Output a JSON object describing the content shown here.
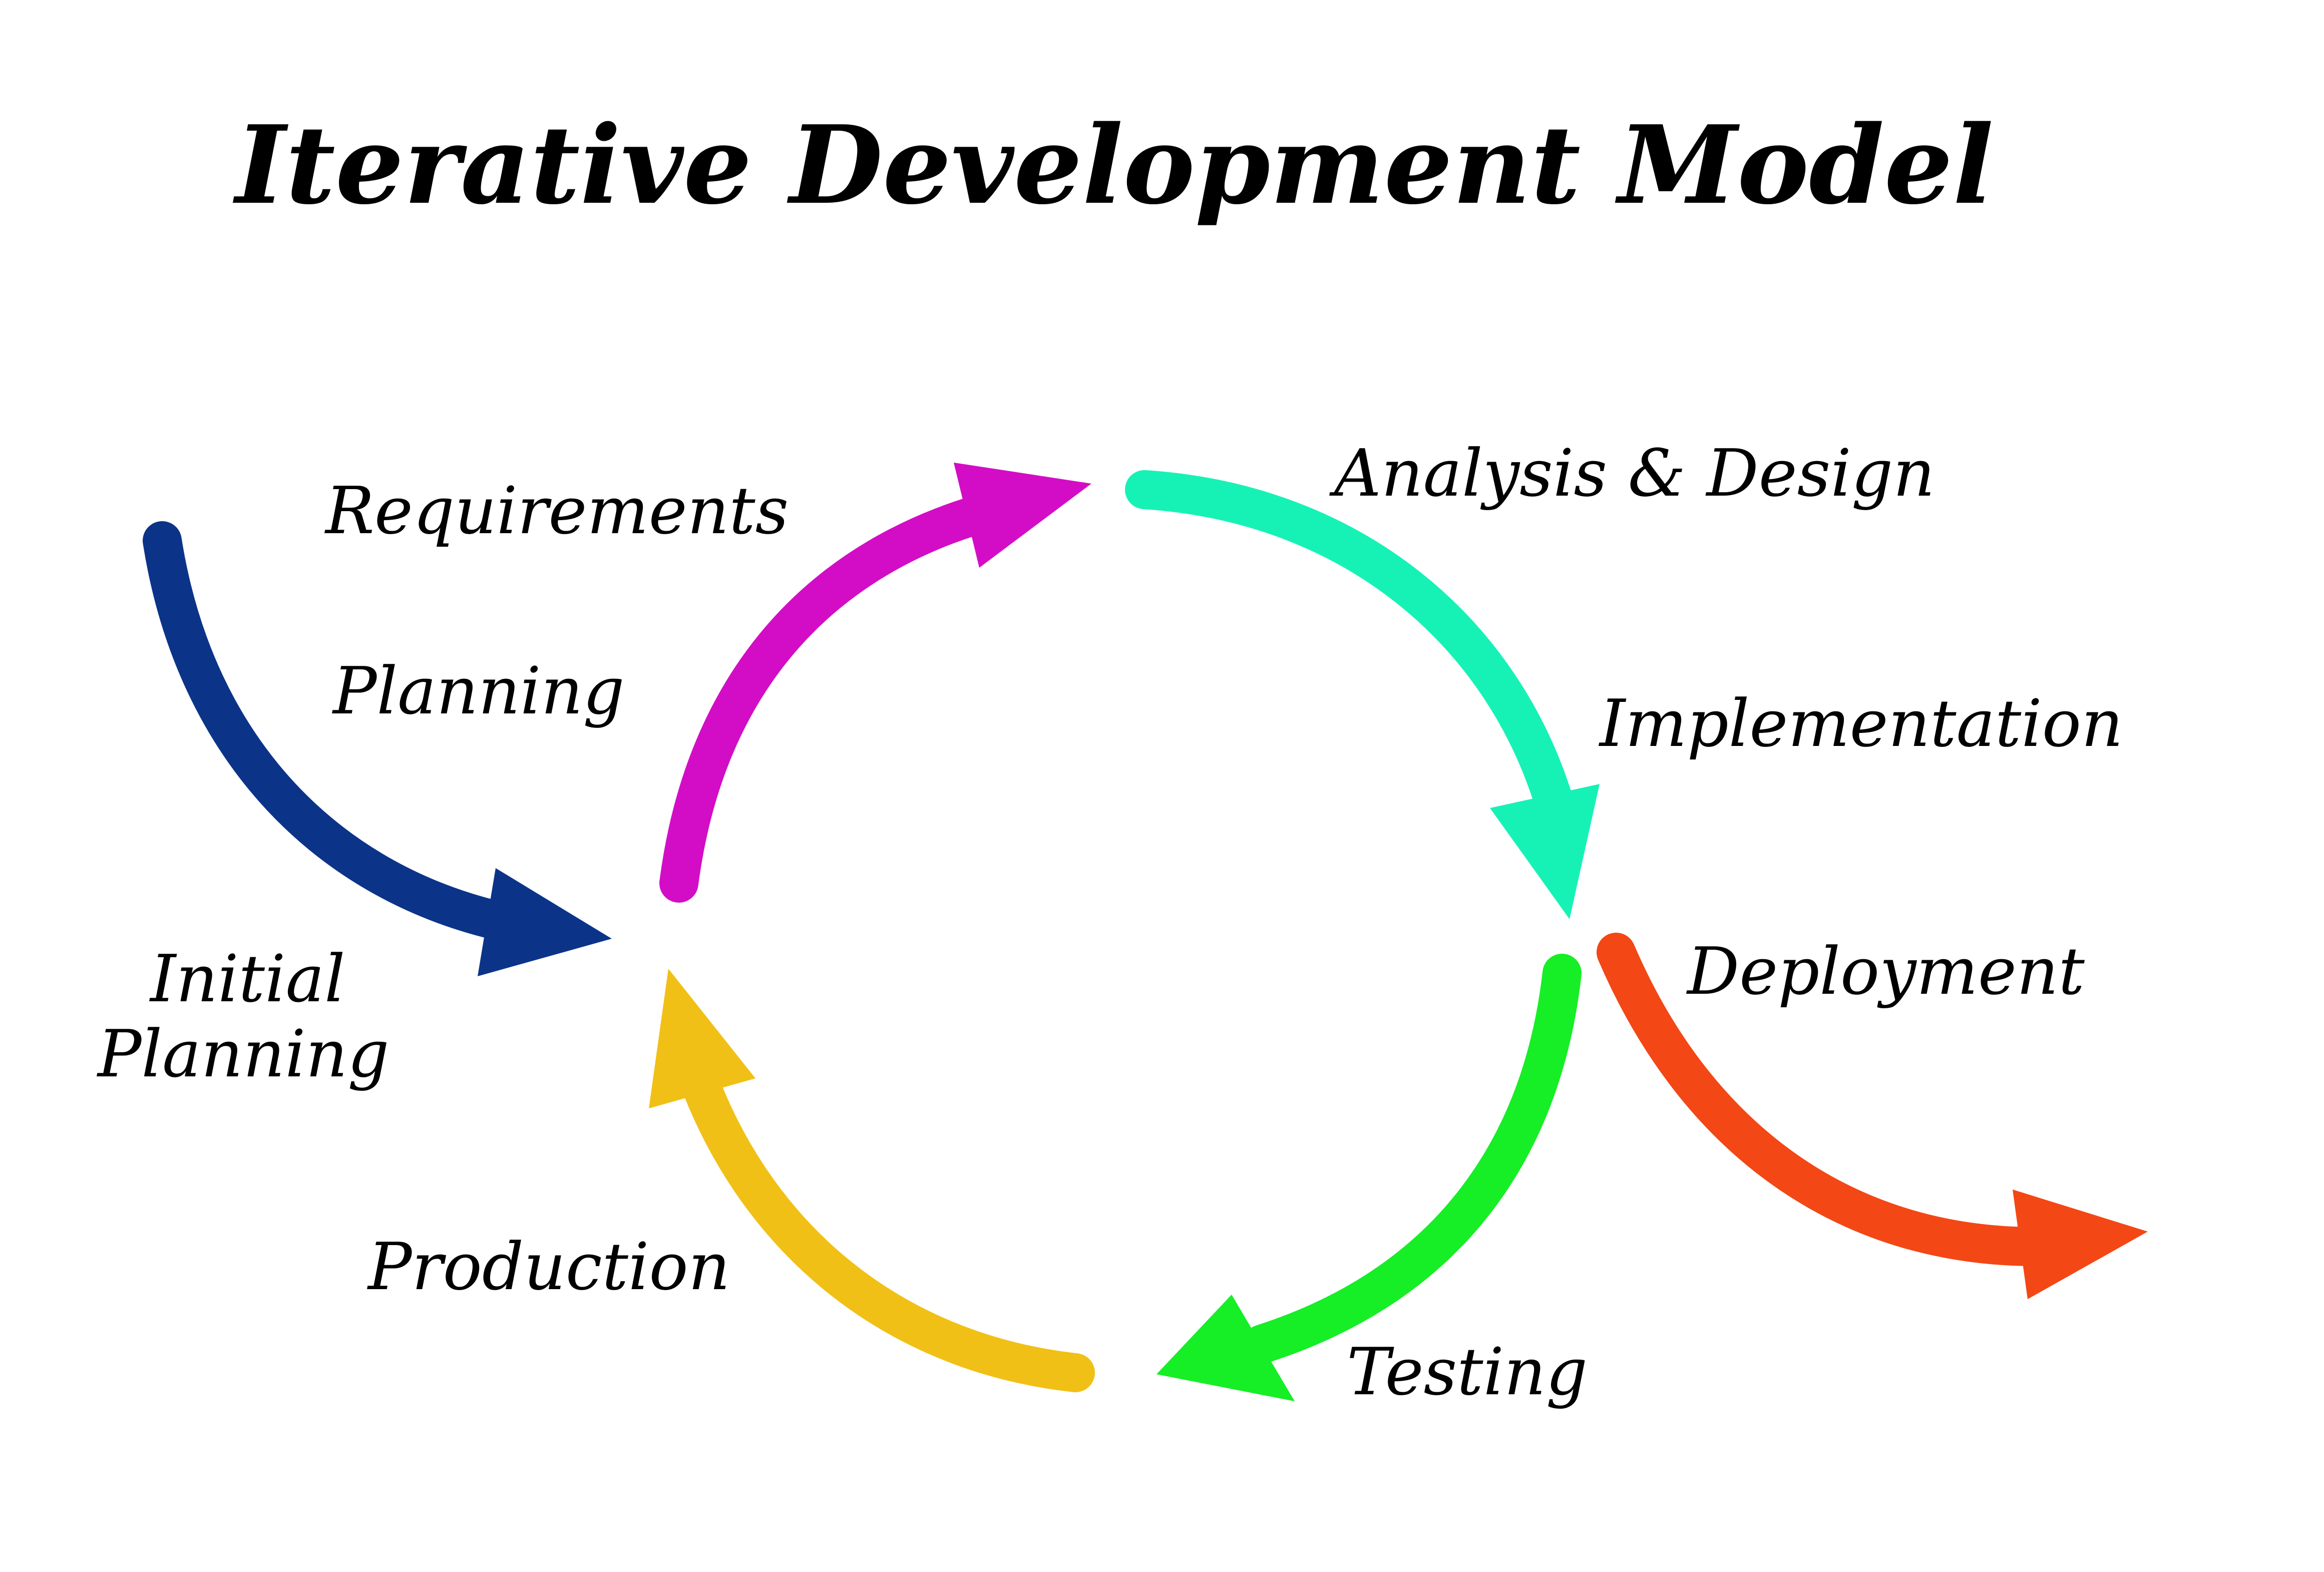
{
  "title": "Iterative Development Model",
  "labels": {
    "requirements": "Requirements",
    "planning": "Planning",
    "initial_planning_line1": "Initial",
    "initial_planning_line2": "Planning",
    "analysis_design": "Analysis & Design",
    "implementation": "Implementation",
    "deployment": "Deployment",
    "testing": "Testing",
    "production": "Production"
  },
  "colors": {
    "initial_planning_arrow": "#0b3489",
    "planning_requirements_arrow": "#d30dc6",
    "analysis_implementation_arrow": "#16f2b6",
    "testing_arrow": "#16ee26",
    "production_arrow": "#f1c016",
    "deployment_arrow": "#f34715"
  }
}
